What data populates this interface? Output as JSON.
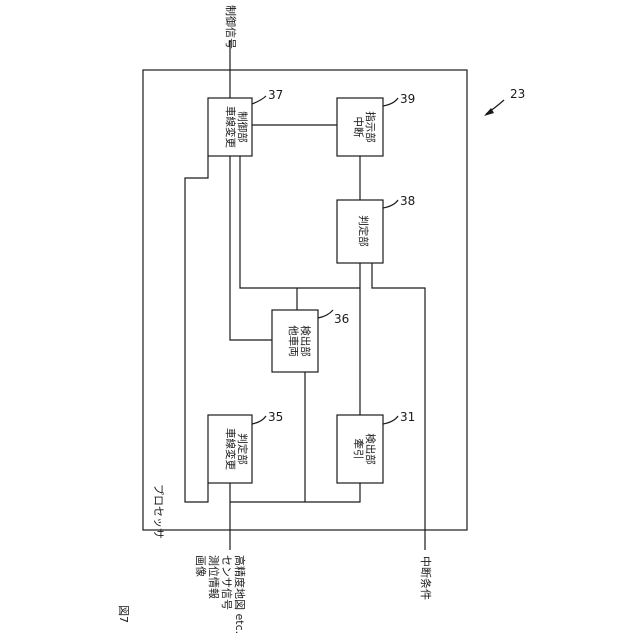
{
  "figure_label": "図7",
  "ref_number": "23",
  "processor_label": "プロセッサ",
  "inputs": {
    "line1": "画像",
    "line2": "測位情報",
    "line3": "センサ信号",
    "line4": "高精度地図 etc."
  },
  "control_signal": "制御信号",
  "interrupt_condition": "中断条件",
  "blocks": {
    "b37": {
      "line1": "車線変更",
      "line2": "制御部",
      "num": "37"
    },
    "b39": {
      "line1": "中断",
      "line2": "指示部",
      "num": "39"
    },
    "b38": {
      "line1": "判定部",
      "num": "38"
    },
    "b36": {
      "line1": "他車両",
      "line2": "検出部",
      "num": "36"
    },
    "b35": {
      "line1": "車線変更",
      "line2": "判定部",
      "num": "35"
    },
    "b31": {
      "line1": "牽引",
      "line2": "検出部",
      "num": "31"
    }
  }
}
